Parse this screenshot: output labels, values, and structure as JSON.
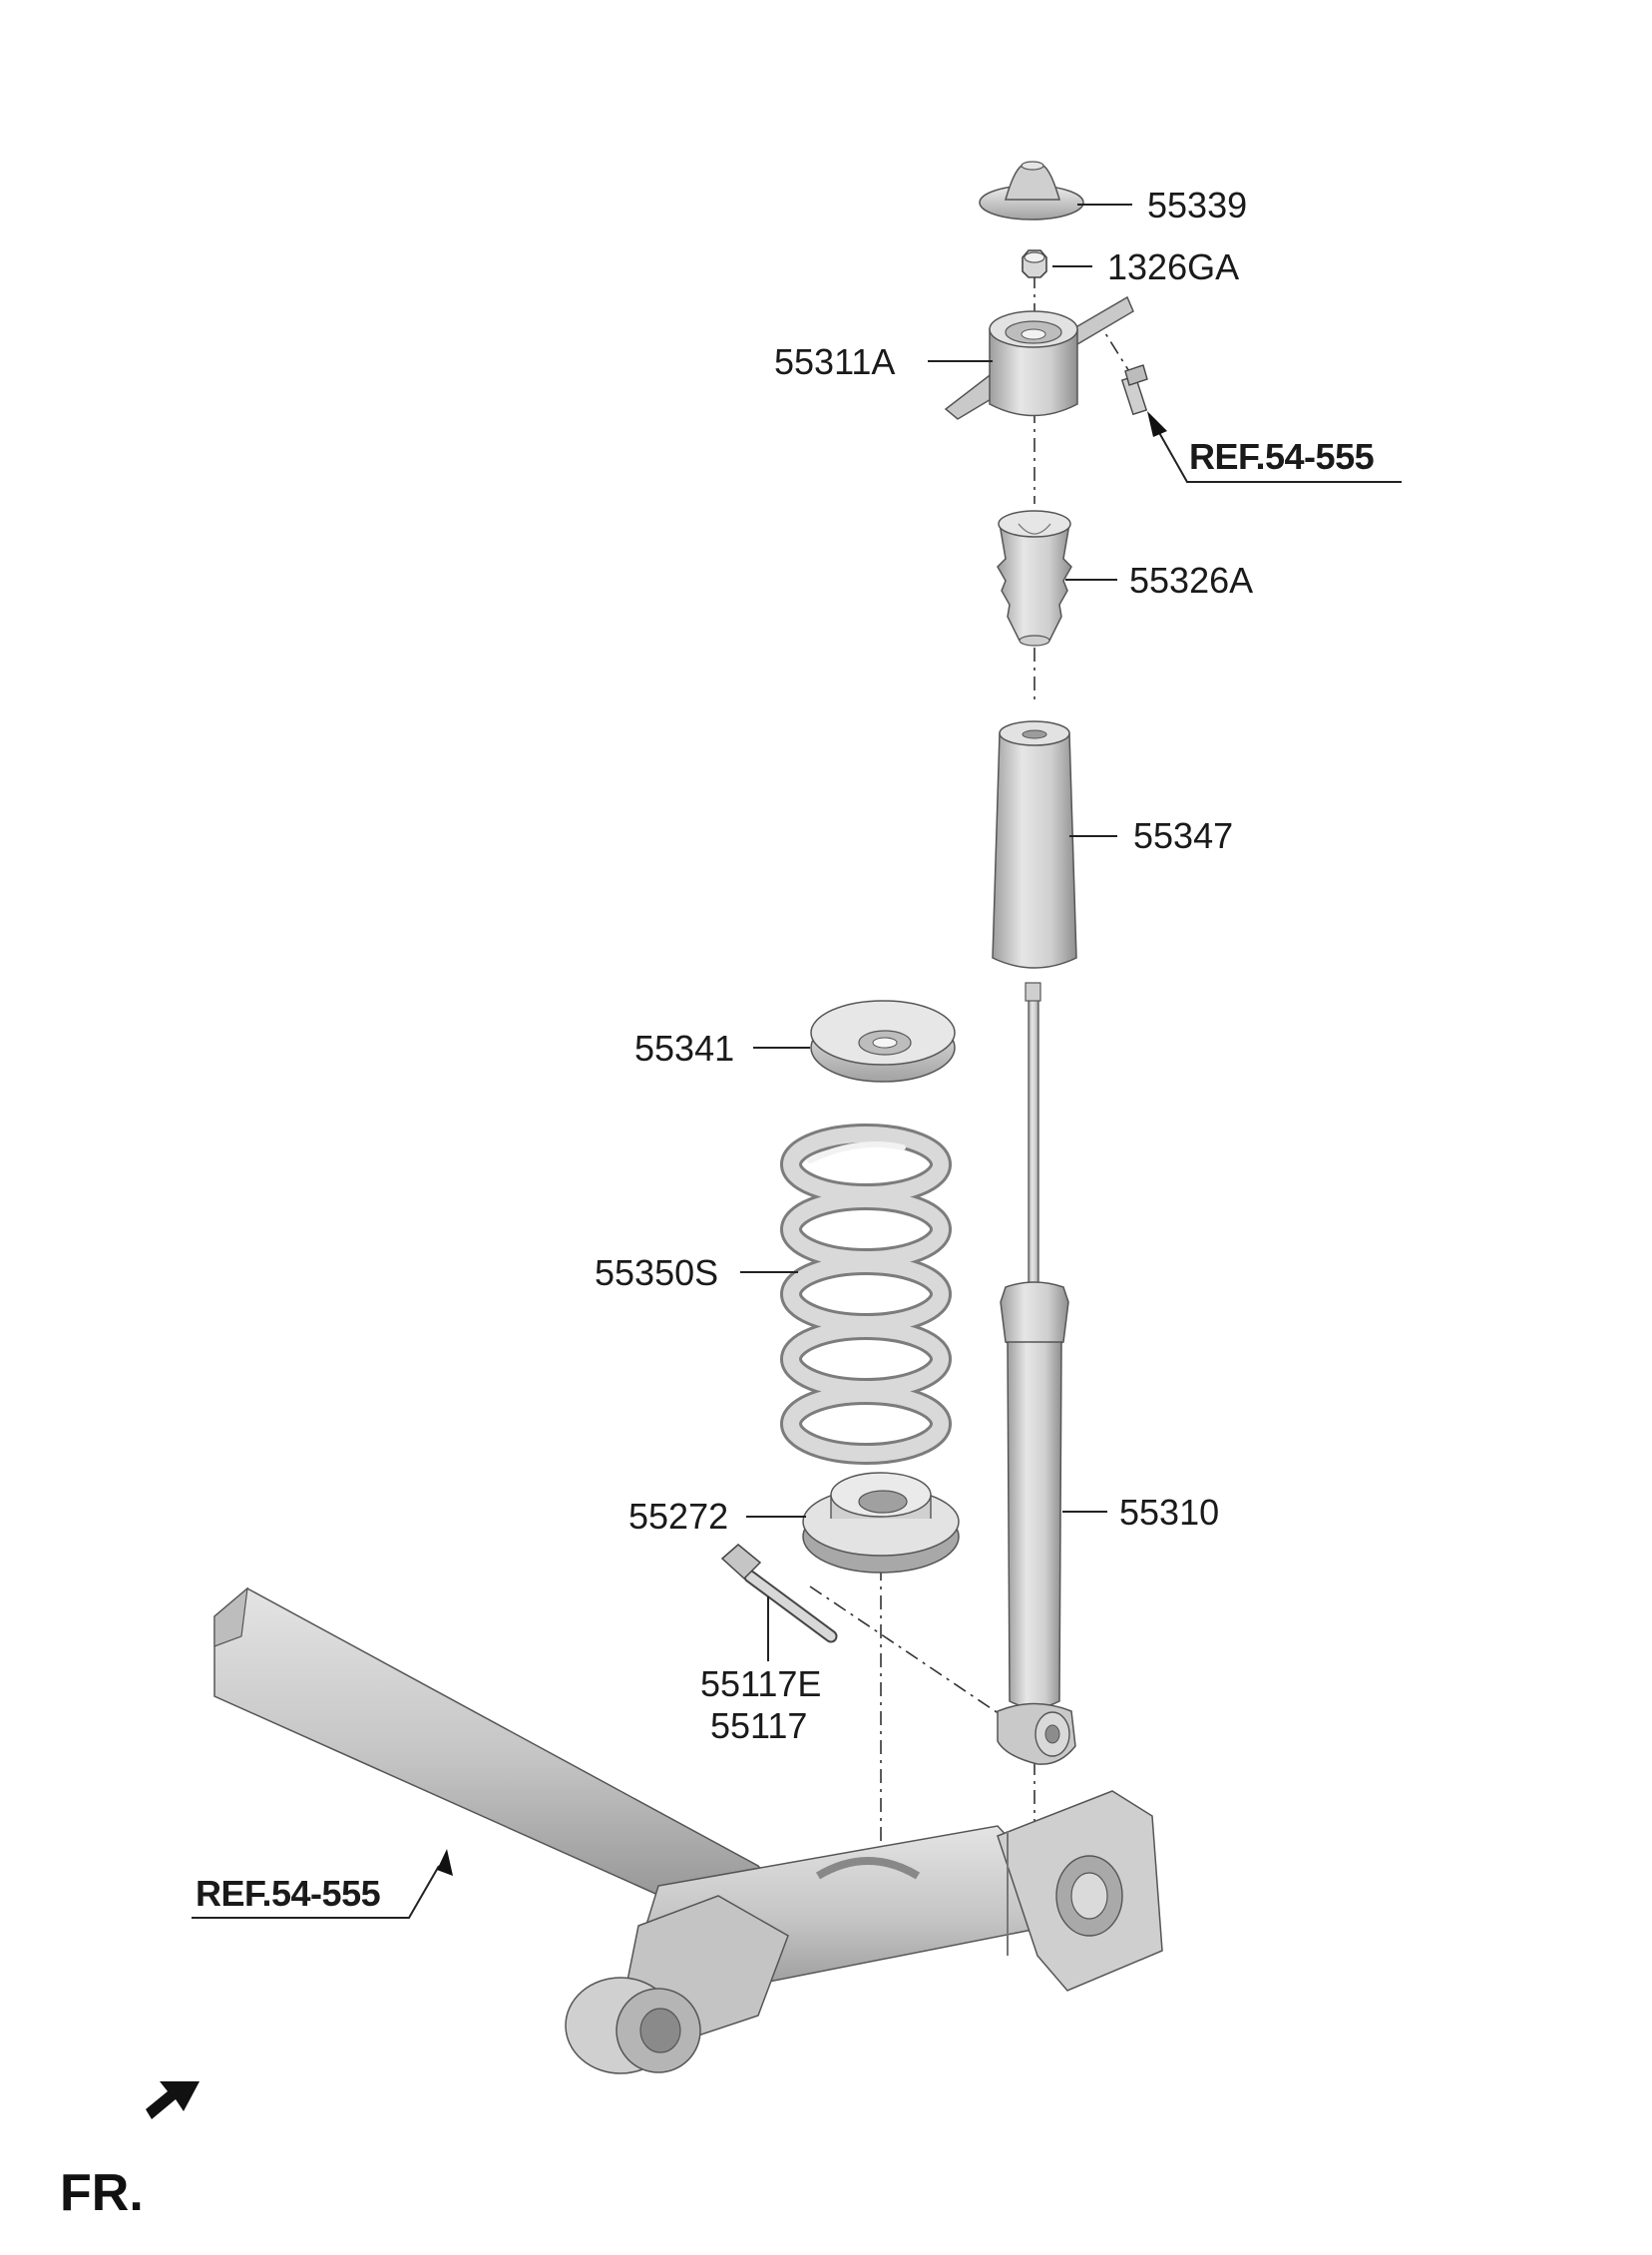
{
  "parts": {
    "p55339": "55339",
    "p1326GA": "1326GA",
    "p55311A": "55311A",
    "p55326A": "55326A",
    "p55347": "55347",
    "p55341": "55341",
    "p55350S": "55350S",
    "p55272": "55272",
    "p55310": "55310",
    "p55117E": "55117E",
    "p55117": "55117"
  },
  "references": {
    "top": "REF.54-555",
    "bottom": "REF.54-555"
  },
  "direction": {
    "label": "FR."
  },
  "colors": {
    "part_fill": "#d6d6d6",
    "part_shade": "#a9a9a9",
    "line": "#222222"
  }
}
